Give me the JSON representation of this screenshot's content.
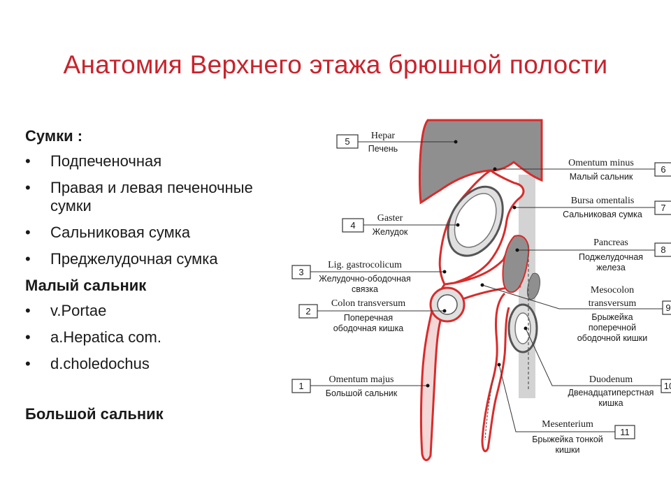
{
  "title": "Анатомия Верхнего этажа брюшной полости",
  "outline": {
    "section1": {
      "heading": "Сумки :",
      "items": [
        "Подпеченочная",
        "Правая и левая печеночные сумки",
        "Сальниковая сумка",
        "Преджелудочная сумка"
      ]
    },
    "section2": {
      "heading": "Малый сальник",
      "items": [
        "v.Portae",
        "a.Hepatica com.",
        "d.choledochus"
      ]
    },
    "section3": {
      "heading": "Большой сальник"
    },
    "bullet": "•"
  },
  "diagram": {
    "labels": {
      "hepar": {
        "num": "5",
        "latin": "Hepar",
        "russian": "Печень"
      },
      "omentum_minus": {
        "num": "6",
        "latin": "Omentum minus",
        "russian": "Малый сальник"
      },
      "bursa": {
        "num": "7",
        "latin": "Bursa omentalis",
        "russian": "Сальниковая сумка"
      },
      "gaster": {
        "num": "4",
        "latin": "Gaster",
        "russian": "Желудок"
      },
      "pancreas": {
        "num": "8",
        "latin": "Pancreas",
        "russian1": "Поджелудочная",
        "russian2": "железа"
      },
      "lig": {
        "num": "3",
        "latin": "Lig. gastrocolicum",
        "russian1": "Желудочно-ободочная",
        "russian2": "связка"
      },
      "mesocolon": {
        "num": "9",
        "latin1": "Mesocolon",
        "latin2": "transversum",
        "russian1": "Брыжейка",
        "russian2": "поперечной",
        "russian3": "ободочной кишки"
      },
      "colon": {
        "num": "2",
        "latin": "Colon transversum",
        "russian1": "Поперечная",
        "russian2": "ободочная кишка"
      },
      "duodenum": {
        "num": "10",
        "latin": "Duodenum",
        "russian1": "Двенадцатиперстная",
        "russian2": "кишка"
      },
      "omentum_majus": {
        "num": "1",
        "latin": "Omentum majus",
        "russian": "Большой сальник"
      },
      "mesenterium": {
        "num": "11",
        "latin": "Mesenterium",
        "russian1": "Брыжейка тонкой",
        "russian2": "кишки"
      }
    }
  },
  "colors": {
    "title": "#c8232c",
    "peritoneum": "#d92b2b",
    "organ_gray": "#8f8f8f",
    "wall_gray": "#d3d3d3"
  }
}
